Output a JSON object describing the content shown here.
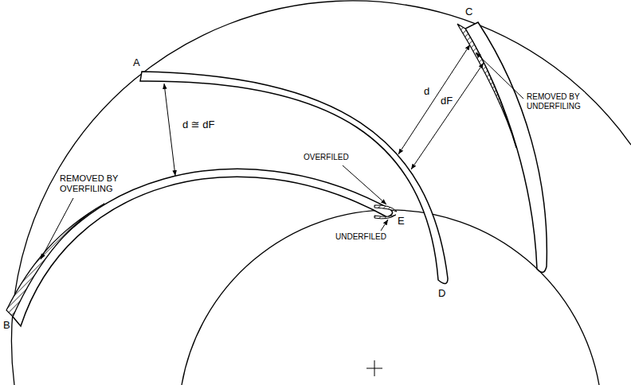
{
  "diagram": {
    "labels": [
      "A",
      "B",
      "C",
      "D",
      "E",
      "d ≅ dF",
      "d",
      "dF",
      "REMOVED BY OVERFILING",
      "OVERFILED",
      "UNDERFILED",
      "REMOVED BY UNDERFILING"
    ]
  }
}
